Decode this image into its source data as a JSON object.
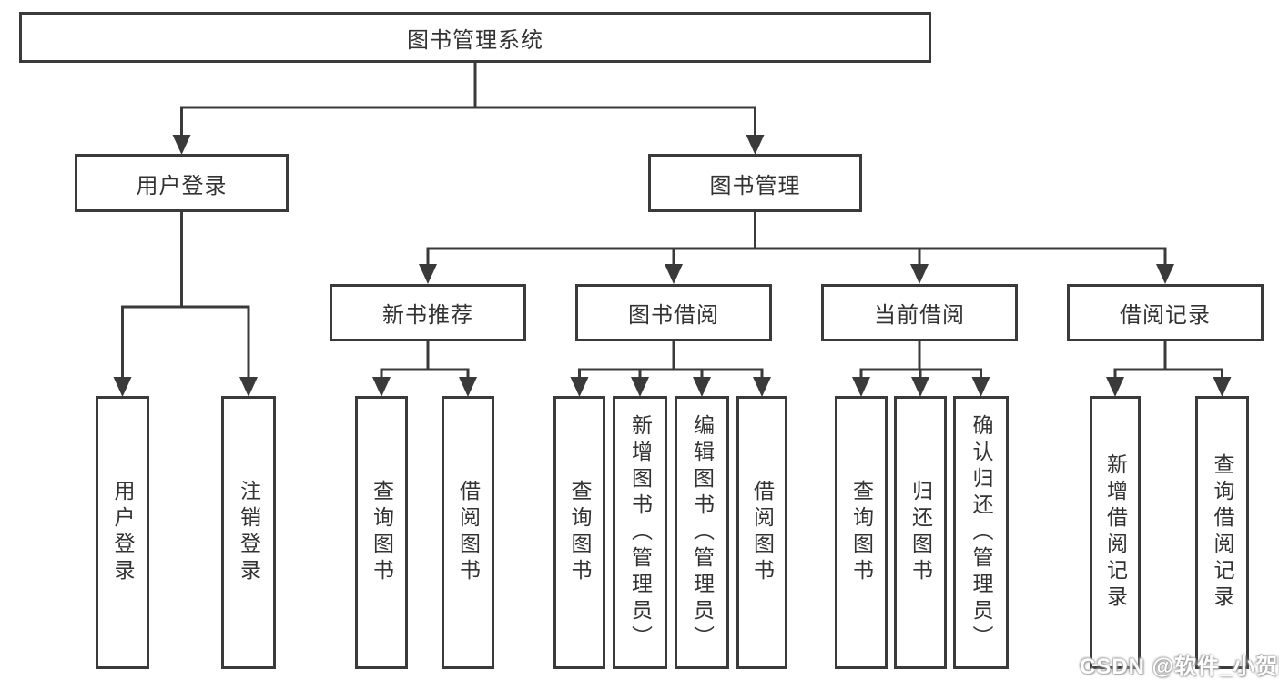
{
  "colors": {
    "line": "#3a3a3a",
    "background": "#ffffff",
    "text": "#333333",
    "watermark_text": "#ffffff"
  },
  "watermark": {
    "text": "CSDN @软件_小贺同学"
  },
  "tree": {
    "root": {
      "label": "图书管理系统",
      "children": [
        {
          "label": "用户登录",
          "children": [
            {
              "label": "用户登录"
            },
            {
              "label": "注销登录"
            }
          ]
        },
        {
          "label": "图书管理",
          "children": [
            {
              "label": "新书推荐",
              "children": [
                {
                  "label": "查询图书"
                },
                {
                  "label": "借阅图书"
                }
              ]
            },
            {
              "label": "图书借阅",
              "children": [
                {
                  "label": "查询图书"
                },
                {
                  "label": "新增图书（管理员）"
                },
                {
                  "label": "编辑图书（管理员）"
                },
                {
                  "label": "借阅图书"
                }
              ]
            },
            {
              "label": "当前借阅",
              "children": [
                {
                  "label": "查询图书"
                },
                {
                  "label": "归还图书"
                },
                {
                  "label": "确认归还（管理员）"
                }
              ]
            },
            {
              "label": "借阅记录",
              "children": [
                {
                  "label": "新增借阅记录"
                },
                {
                  "label": "查询借阅记录"
                }
              ]
            }
          ]
        }
      ]
    }
  }
}
